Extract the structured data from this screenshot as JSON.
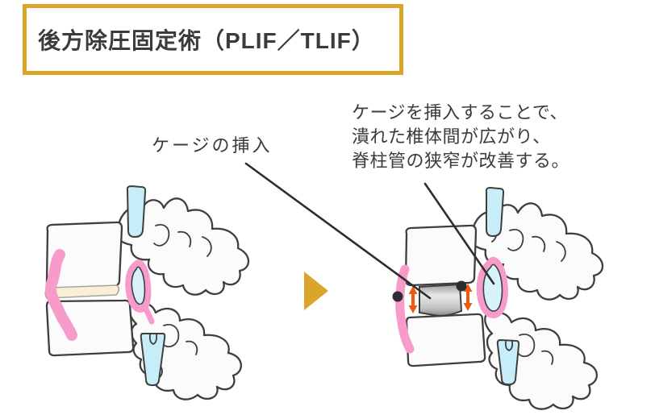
{
  "header": {
    "title": "後方除圧固定術（PLIF／TLIF）"
  },
  "annotations": {
    "cage_label": "ケージの挿入",
    "result_lines": [
      "ケージを挿入することで、",
      "潰れた椎体間が広がり、",
      "脊柱管の狭窄が改善する。"
    ]
  },
  "icons": {
    "flow_arrow_icon": "right-pointing-triangle ▶"
  },
  "colors": {
    "accent_gold": "#D9A62B",
    "text_dark": "#3B3B3B",
    "bone_outline": "#3E3E3E",
    "bone_fill": "#FBFBFC",
    "ligament_pink": "#F79BCB",
    "canal_cyan": "#C7EDF8",
    "canal_cyan_light": "#D8F2FA",
    "disc_cream": "#FAEFD4",
    "cage_gray": "#BDBDBD",
    "expansion_arrow_orange": "#EE5A10",
    "leader_line": "#2E2E2E"
  }
}
